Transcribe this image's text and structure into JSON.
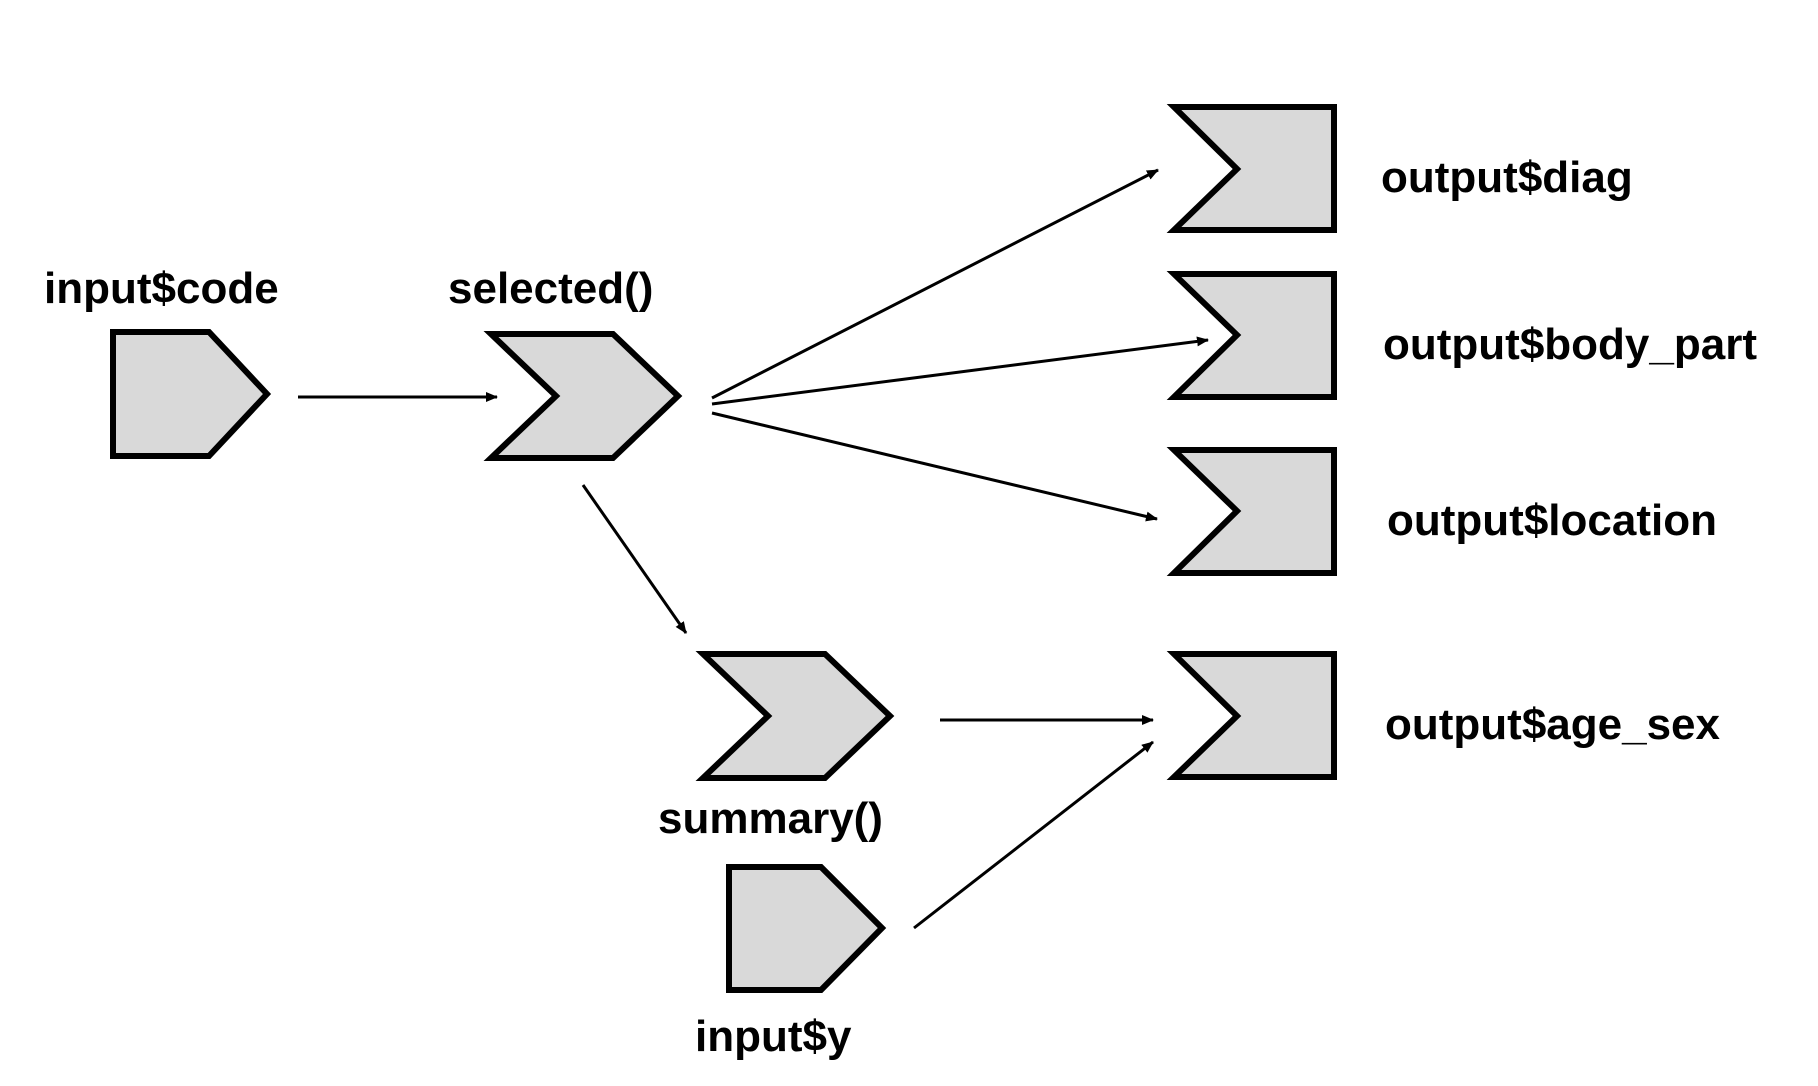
{
  "colors": {
    "node_fill": "#d9d9d9",
    "node_stroke": "#000000",
    "edge": "#000000",
    "background": "#ffffff"
  },
  "nodes": {
    "input_code": {
      "label": "input$code",
      "kind": "input"
    },
    "selected": {
      "label": "selected()",
      "kind": "reactive"
    },
    "summary": {
      "label": "summary()",
      "kind": "reactive"
    },
    "input_y": {
      "label": "input$y",
      "kind": "input"
    },
    "output_diag": {
      "label": "output$diag",
      "kind": "output"
    },
    "output_body_part": {
      "label": "output$body_part",
      "kind": "output"
    },
    "output_location": {
      "label": "output$location",
      "kind": "output"
    },
    "output_age_sex": {
      "label": "output$age_sex",
      "kind": "output"
    }
  },
  "edges": [
    {
      "from": "input$code",
      "to": "selected()"
    },
    {
      "from": "selected()",
      "to": "output$diag"
    },
    {
      "from": "selected()",
      "to": "output$body_part"
    },
    {
      "from": "selected()",
      "to": "output$location"
    },
    {
      "from": "selected()",
      "to": "summary()"
    },
    {
      "from": "summary()",
      "to": "output$age_sex"
    },
    {
      "from": "input$y",
      "to": "output$age_sex"
    }
  ]
}
